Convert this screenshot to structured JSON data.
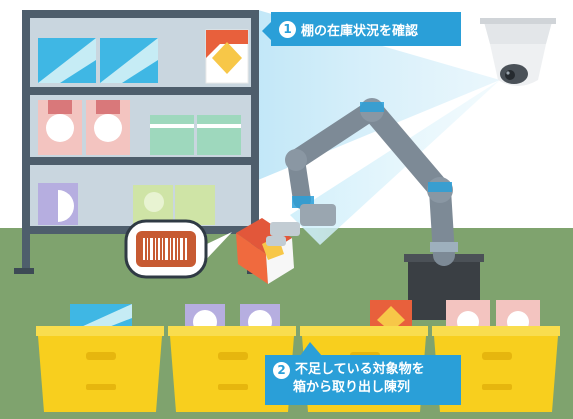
{
  "steps": [
    {
      "number": "1",
      "text": "棚の在庫状況を確認"
    },
    {
      "number": "2",
      "line1": "不足している対象物を",
      "line2": "箱から取り出し陳列"
    }
  ],
  "colors": {
    "accent_blue": "#2a9fd8",
    "shelf_frame": "#4e5e6c",
    "floor_green": "#7fa36e",
    "bin_yellow": "#f8cf1e",
    "barcode_red": "#c75a32",
    "robot_arm": "#7d8a96"
  },
  "icons": [
    "camera-icon",
    "barcode-icon",
    "robot-arm-icon",
    "shelf-icon",
    "storage-bin-icon"
  ]
}
